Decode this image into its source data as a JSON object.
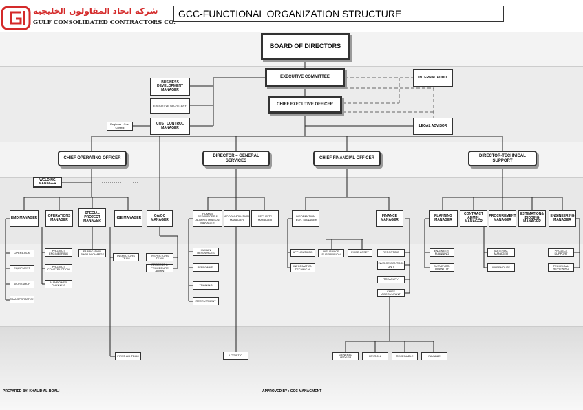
{
  "header": {
    "title": "GCC-FUNCTIONAL ORGANIZATION STRUCTURE",
    "logo_arabic": "شركة اتحاد المقاولون الخليجية",
    "logo_english": "GULF CONSOLIDATED CONTRACTORS CO."
  },
  "colors": {
    "logo_red": "#d42a2a",
    "band_light": "#f3f3f3",
    "band_mid": "#e6e6e6",
    "band_dark": "#dcdcdc"
  },
  "top": {
    "board": "BOARD OF DIRECTORS",
    "exec_committee": "EXECUTIVE COMMITTEE",
    "internal_audit": "INTERNAL AUDIT",
    "ceo": "CHIEF EXECUTIVE OFFICER",
    "legal_advisor": "LEGAL ADVISOR",
    "bd_manager": "BUSINESS DEVELOPMENT MANAGER",
    "exec_secretary": "EXECUTIVE SECRETARY",
    "cost_control": "COST CONTROL MANAGER",
    "engineer_cost": "Engineer - Cost Control"
  },
  "divisions": {
    "coo": "CHIEF OPERATING OFFICER",
    "gen_services": "DIRECTOR – GENERAL SERVICES",
    "cfo": "CHIEF FINANCIAL OFFICER",
    "tech_support": "DIRECTOR-TECHNICAL SUPPORT"
  },
  "coo_branch": {
    "welding": "WELDING MANAGER",
    "emd": "EMD MANAGER",
    "operations": "OPERATIONS MANAGER",
    "special": "SPECIAL PROJECT MANAGER",
    "hse": "HSE MANAGER",
    "qaqc": "QA/QC MANAGER",
    "emd_items": [
      "OPERATION",
      "EQUIPMENT",
      "WORKSHOP",
      "TRANSPORTATION"
    ],
    "ops_items": [
      "PROJECT ENGINEERING",
      "PROJECT CONSTRUCTION",
      "MANPOWER PLANNING"
    ],
    "special_items": [
      "FABRICATION SHOP IN CHARGE"
    ],
    "hse_items": [
      "INSPECTORS TEAM",
      "FIRST AID TEAM"
    ],
    "qaqc_items": [
      "INSPECTORS TEAM",
      "PROCESS & PROCEDURE ADMIN"
    ]
  },
  "gs_branch": {
    "hr": "HUMAN RESOURCES & ADMINISTRATION MANAGER",
    "accommodation": "ACCOMMODATION MANAGER",
    "security": "SECURITY MANAGER",
    "hr_items": [
      "HUMAN RESOURCES",
      "PERSONNEL",
      "TRAINING",
      "RECRUITMENT"
    ],
    "logistic": "LOGISTIC"
  },
  "cfo_branch": {
    "it": "INFORMATION TECH. MANAGER",
    "finance": "FINANCE MANAGER",
    "it_items": [
      "APPLICATIONS",
      "INFORMATION TECHNICAL"
    ],
    "insurance": "INSURANCE SUPERVISION",
    "fixed_asset": "FIXED ASSET",
    "fin_items": [
      "REPORTING",
      "INVOICE CONTROL UNIT",
      "TREASURY",
      "CHIEF ACCOUNTANT"
    ],
    "accountant_items": [
      "GENERAL LEDGER",
      "PAYROLL",
      "RECEIVABLE",
      "PAYABLE"
    ]
  },
  "ts_branch": {
    "planning": "PLANNING MANAGER",
    "contract": "CONTRACT ADMIN. MANAGER",
    "procurement": "PROCUREMENT MANAGER",
    "estimation": "ESTIMATION& BIDDING MANAGER",
    "engineering": "ENGINEERING MANAGER",
    "planning_items": [
      "ENGINEER- PLANNING",
      "SURVEYOR- QUANTITY"
    ],
    "procurement_items": [
      "MATERIAL MANAGER",
      "WAREHOUSE"
    ],
    "engineering_items": [
      "PROJECT SUPPORT",
      "TECHNICAL REVIEWING"
    ]
  },
  "footer": {
    "prepared": "PREPARED BY:  KHALID AL-BOALI",
    "approved": "APPROVED BY : GCC MANAGMENT"
  }
}
